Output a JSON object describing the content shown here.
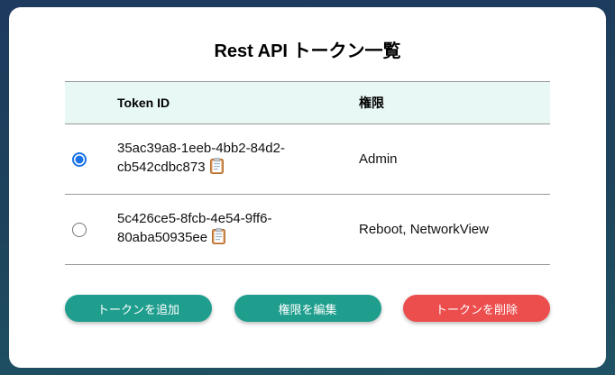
{
  "card": {
    "title": "Rest API トークン一覧"
  },
  "table": {
    "headers": {
      "token_id": "Token ID",
      "permission": "権限"
    },
    "rows": [
      {
        "token_id": "35ac39a8-1eeb-4bb2-84d2-cb542cdbc873",
        "permission": "Admin",
        "selected": true
      },
      {
        "token_id": "5c426ce5-8fcb-4e54-9ff6-80aba50935ee",
        "permission": "Reboot, NetworkView",
        "selected": false
      }
    ]
  },
  "buttons": {
    "add_token": "トークンを追加",
    "edit_permission": "権限を編集",
    "delete_token": "トークンを削除"
  },
  "icons": {
    "clipboard": "clipboard-icon"
  },
  "colors": {
    "frame_top": "#1e3a5f",
    "frame_bottom": "#1f5364",
    "header_bg": "#e8f8f5",
    "button_teal": "#1f9e8e",
    "button_red": "#ec4d4d",
    "radio_selected": "#1a73e8",
    "divider": "#999999"
  }
}
